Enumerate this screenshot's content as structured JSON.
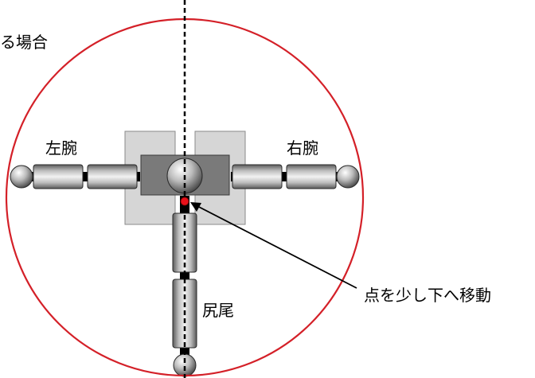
{
  "labels": {
    "title_fragment": "る場合",
    "left_arm": "左腕",
    "right_arm": "右腕",
    "tail": "尻尾",
    "callout": "点を少し下へ移動"
  },
  "colors": {
    "circle": "#d42028",
    "pivot_dot": "#e8101a",
    "body_dark": "#7a7a7a",
    "panel_light": "#d6d6d6",
    "joint": "#000000",
    "axis": "#000000"
  }
}
